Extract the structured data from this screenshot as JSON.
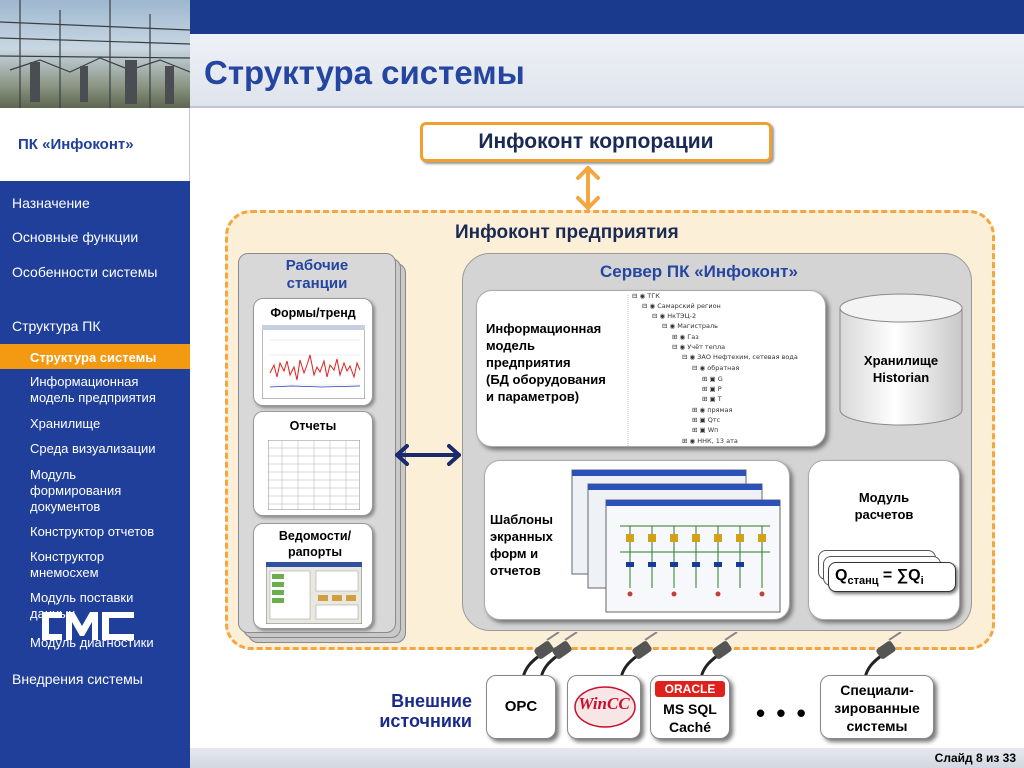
{
  "slide": {
    "title": "Структура системы",
    "counter": "Слайд 8 из 33"
  },
  "sidebar": {
    "product": "ПК «Инфоконт»",
    "items": [
      {
        "label": "Назначение",
        "level": 1
      },
      {
        "label": "Основные функции",
        "level": 1
      },
      {
        "label": "Особенности системы",
        "level": 1
      },
      {
        "label": "Структура ПК",
        "level": 1
      },
      {
        "label": "Структура системы",
        "level": 2,
        "active": true
      },
      {
        "label": "Информационная модель предприятия",
        "level": 2
      },
      {
        "label": "Хранилище",
        "level": 2
      },
      {
        "label": "Среда визуализации",
        "level": 2
      },
      {
        "label": "Модуль формирования документов",
        "level": 2
      },
      {
        "label": "Конструктор отчетов",
        "level": 2
      },
      {
        "label": "Конструктор мнемосхем",
        "level": 2
      },
      {
        "label": "Модуль поставки данных",
        "level": 2
      },
      {
        "label": "Модуль диагностики",
        "level": 2
      },
      {
        "label": "Внедрения системы",
        "level": 1
      }
    ],
    "logo": "CMC"
  },
  "diagram": {
    "corporation": "Инфоконт корпорации",
    "enterprise": "Инфоконт  предприятия",
    "workstations": {
      "title_line1": "Рабочие",
      "title_line2": "станции",
      "forms": "Формы/тренд",
      "reports": "Отчеты",
      "statements_line1": "Ведомости/",
      "statements_line2": "рапорты"
    },
    "server": {
      "title": "Сервер ПК «Инфоконт»",
      "info_model_lines": [
        "Информационная",
        "модель",
        "предприятия",
        "(БД оборудования",
        "и параметров)"
      ],
      "tree": [
        "ТГК",
        "Самарский регион",
        "НкТЭЦ-2",
        "Магистраль",
        "Газ",
        "Учёт тепла",
        "ЗАО Нефтехим, сетевая вода",
        "обратная",
        "G",
        "P",
        "T",
        "прямая",
        "Qтс",
        "Wп",
        "ННК, 13 ата"
      ],
      "storage_line1": "Хранилище",
      "storage_line2": "Historian",
      "templates_lines": [
        "Шаблоны",
        "экранных",
        "форм и",
        "отчетов"
      ],
      "calc_line1": "Модуль",
      "calc_line2": "расчетов",
      "formula": {
        "q": "Q",
        "sub": "станц",
        "eq": " = ∑Q",
        "sub2": "i"
      }
    },
    "external": {
      "label_line1": "Внешние",
      "label_line2": "источники",
      "sources": {
        "opc": "OPC",
        "wincc": "WinCC",
        "oracle": "ORACLE",
        "mssql": "MS SQL",
        "cache": "Caché",
        "ellipsis": "• • •",
        "special_lines": [
          "Специали-",
          "зированные",
          "системы"
        ]
      }
    }
  },
  "colors": {
    "navy": "#1f3f9a",
    "title_blue": "#2445a0",
    "active_orange": "#f39a12",
    "enterprise_fill": "#fcefd7",
    "enterprise_border": "#f4a640",
    "wincc_red": "#c8102e",
    "oracle_red": "#e0201b"
  }
}
